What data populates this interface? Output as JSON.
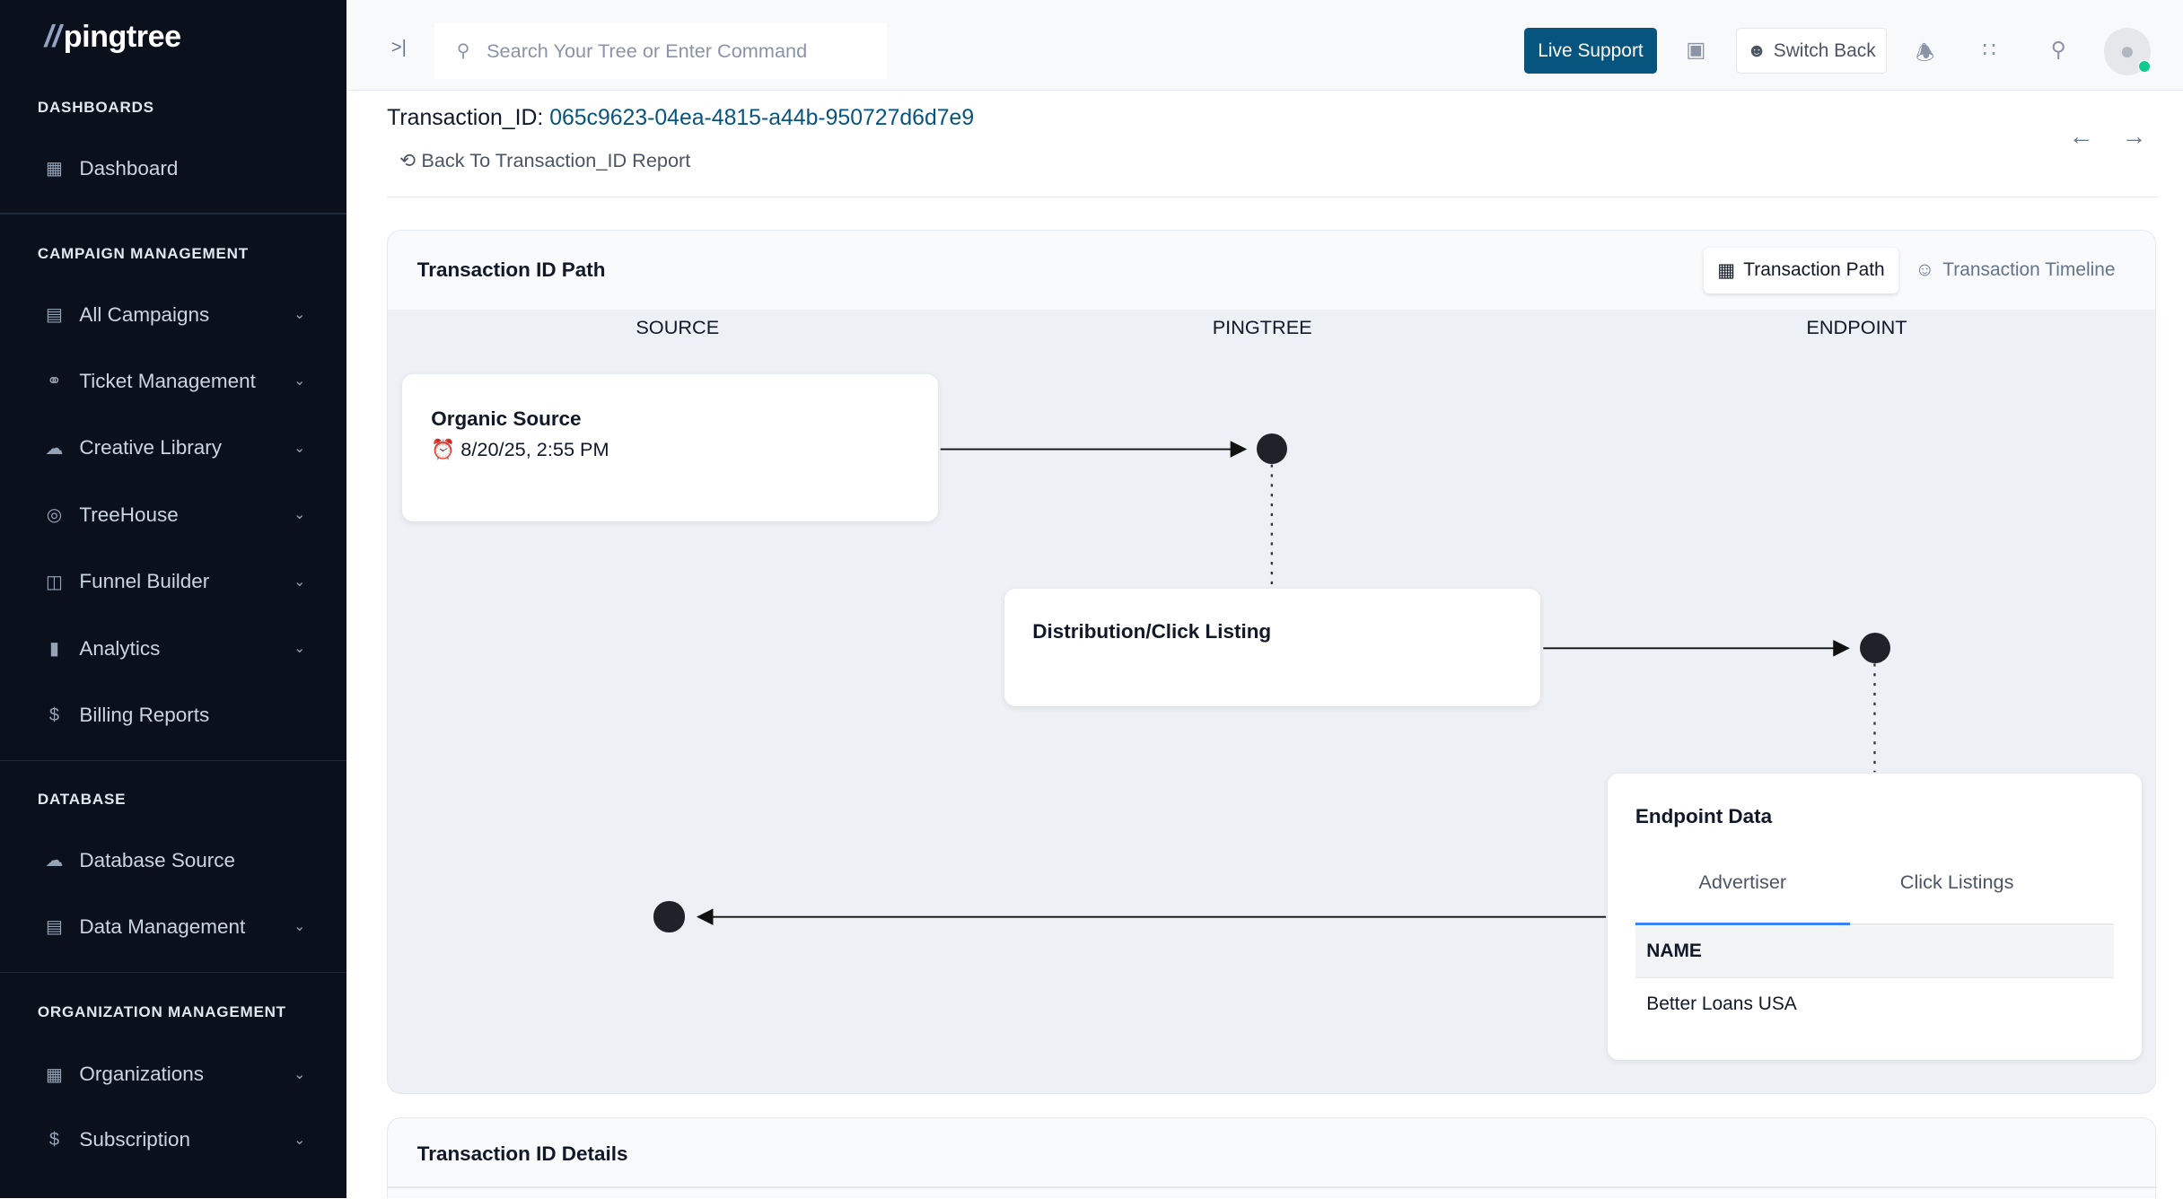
{
  "sidebar": {
    "logo": "pingtree",
    "sections": [
      {
        "title": "DASHBOARDS",
        "items": [
          {
            "label": "Dashboard",
            "icon": "grid-icon"
          }
        ]
      },
      {
        "title": "CAMPAIGN MANAGEMENT",
        "items": [
          {
            "label": "All Campaigns",
            "icon": "campaign-icon"
          },
          {
            "label": "Ticket Management",
            "icon": "headset-icon"
          },
          {
            "label": "Creative Library",
            "icon": "cloud-icon"
          },
          {
            "label": "TreeHouse",
            "icon": "compass-icon"
          },
          {
            "label": "Funnel Builder",
            "icon": "funnel-icon"
          },
          {
            "label": "Analytics",
            "icon": "bar-chart-icon"
          },
          {
            "label": "Billing Reports",
            "icon": "dollar-icon"
          }
        ]
      },
      {
        "title": "DATABASE",
        "items": [
          {
            "label": "Database Source",
            "icon": "cloud-icon"
          },
          {
            "label": "Data Management",
            "icon": "server-icon"
          }
        ]
      },
      {
        "title": "ORGANIZATION MANAGEMENT",
        "items": [
          {
            "label": "Organizations",
            "icon": "building-icon"
          },
          {
            "label": "Subscription",
            "icon": "dollar-icon"
          }
        ]
      }
    ]
  },
  "topbar": {
    "search_placeholder": "Search Your Tree or Enter Command",
    "live_support": "Live Support",
    "switch_back": "Switch Back"
  },
  "page": {
    "title_label": "Transaction_ID:",
    "transaction_id": "065c9623-04ea-4815-a44b-950727d6d7e9",
    "back_link": "Back To Transaction_ID Report"
  },
  "path_panel": {
    "title": "Transaction ID Path",
    "tabs": [
      "Transaction Path",
      "Transaction Timeline"
    ],
    "columns": [
      "SOURCE",
      "PINGTREE",
      "ENDPOINT"
    ],
    "source": {
      "title": "Organic Source",
      "time": "8/20/25, 2:55 PM"
    },
    "pingtree": {
      "title": "Distribution/Click Listing"
    },
    "endpoint": {
      "title": "Endpoint Data",
      "tabs": [
        "Advertiser",
        "Click Listings"
      ],
      "header": "NAME",
      "rows": [
        "Better Loans USA"
      ]
    }
  },
  "details_panel": {
    "title": "Transaction ID Details"
  },
  "colors": {
    "accent": "#07557f",
    "sidebar": "#0a111d",
    "online": "#10c98f"
  }
}
